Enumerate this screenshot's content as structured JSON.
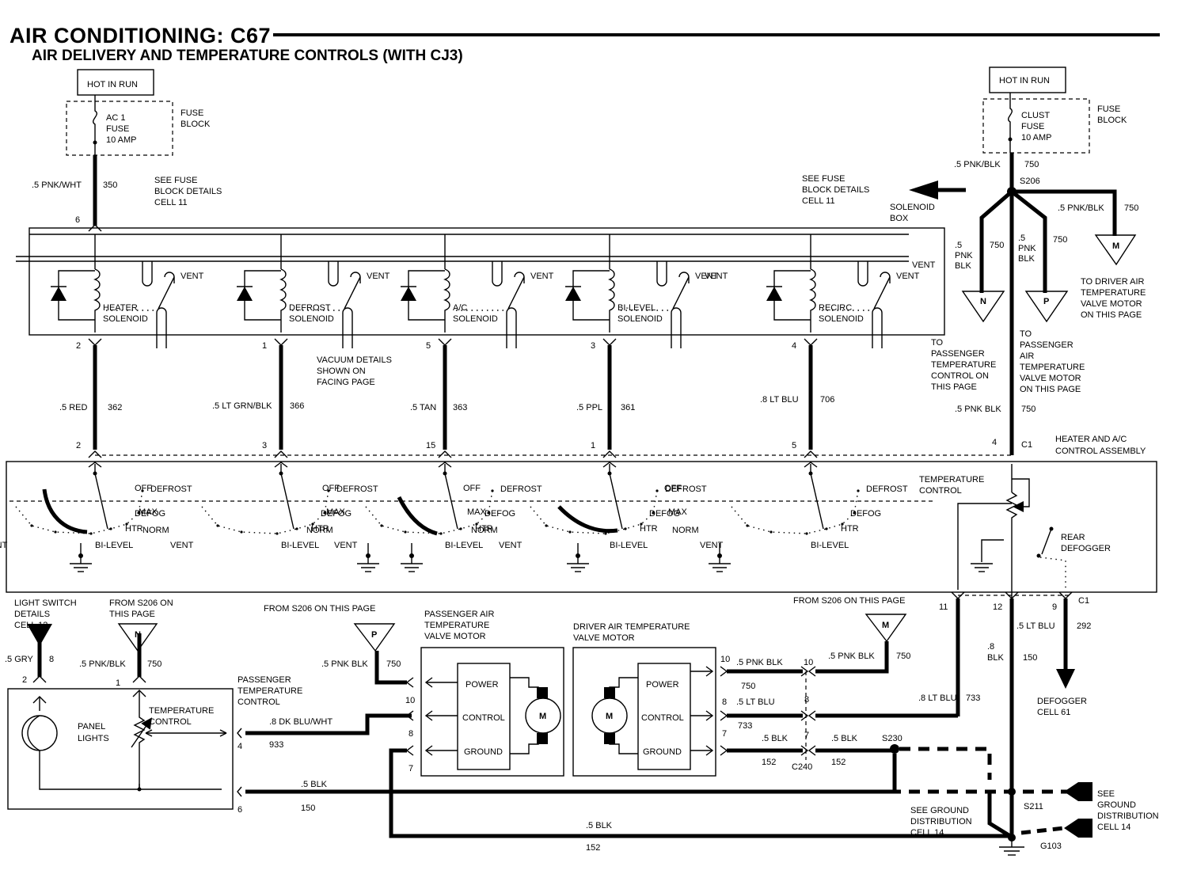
{
  "header": {
    "title": "AIR CONDITIONING: C67",
    "subtitle": "AIR DELIVERY AND TEMPERATURE CONTROLS (WITH CJ3)"
  },
  "power_left": {
    "hot": "HOT IN RUN",
    "fuse1": "AC 1",
    "fuse2": "FUSE",
    "fuse3": "10 AMP",
    "fb1": "FUSE",
    "fb2": "BLOCK",
    "wire": ".5 PNK/WHT",
    "circuit": "350",
    "see1": "SEE FUSE",
    "see2": "BLOCK DETAILS",
    "see3": "CELL 11",
    "pin": "6"
  },
  "power_right": {
    "hot": "HOT IN RUN",
    "fuse1": "CLUST",
    "fuse2": "FUSE",
    "fuse3": "10 AMP",
    "fb1": "FUSE",
    "fb2": "BLOCK",
    "wire": ".5 PNK/BLK",
    "circuit": "750",
    "splice": "S206",
    "see1": "SEE FUSE",
    "see2": "BLOCK DETAILS",
    "see3": "CELL 11",
    "sb1": "SOLENOID",
    "sb2": "BOX",
    "branch_n": [
      ".5",
      "PNK",
      "BLK"
    ],
    "branch_n_c": "750",
    "branch_p": [
      ".5",
      "PNK",
      "BLK"
    ],
    "branch_p_c": "750",
    "branch_m": ".5 PNK/BLK",
    "branch_m_c": "750",
    "drv": [
      "TO DRIVER AIR",
      "TEMPERATURE",
      "VALVE MOTOR",
      "ON THIS PAGE"
    ],
    "pass_ctl": [
      "TO",
      "PASSENGER",
      "TEMPERATURE",
      "CONTROL ON",
      "THIS PAGE"
    ],
    "pass_mtr": [
      "TO",
      "PASSENGER",
      "AIR",
      "TEMPERATURE",
      "VALVE MOTOR",
      "ON THIS PAGE"
    ],
    "wire2": ".5 PNK BLK",
    "c2": "750",
    "pin": "4",
    "conn": "C1"
  },
  "solenoids": {
    "vent": "VENT",
    "items": [
      {
        "l1": "HEATER",
        "l2": "SOLENOID",
        "pin": "2",
        "wire": ".5 RED",
        "circuit": "362",
        "pin2": "2"
      },
      {
        "l1": "DEFROST",
        "l2": "SOLENOID",
        "pin": "1",
        "wire": ".5 LT GRN/BLK",
        "circuit": "366",
        "pin2": "3"
      },
      {
        "l1": "A/C",
        "l2": "SOLENOID",
        "pin": "5",
        "wire": ".5 TAN",
        "circuit": "363",
        "pin2": "15"
      },
      {
        "l1": "BI-LEVEL",
        "l2": "SOLENOID",
        "pin": "3",
        "wire": ".5 PPL",
        "circuit": "361",
        "pin2": "1"
      },
      {
        "l1": "RECIRC",
        "l2": "SOLENOID",
        "pin": "4",
        "wire": ".8 LT BLU",
        "circuit": "706",
        "pin2": "5"
      }
    ],
    "vac1": "VACUUM DETAILS",
    "vac2": "SHOWN ON",
    "vac3": "FACING PAGE"
  },
  "control": {
    "title1": "HEATER AND A/C",
    "title2": "CONTROL ASSEMBLY",
    "off": "OFF",
    "ofe": "OFF",
    "max": "MAX",
    "norm": "NORM",
    "vent": "VENT",
    "bilevel": "BI-LEVEL",
    "htr": "HTR",
    "defog": "DEFOG",
    "defrost": "DEFROST",
    "temp1": "TEMPERATURE",
    "temp2": "CONTROL",
    "rear1": "REAR",
    "rear2": "DEFOGGER",
    "p11": "11",
    "p12": "12",
    "p9": "9",
    "c1": "C1"
  },
  "lower": {
    "ls": [
      "LIGHT SWITCH",
      "DETAILS",
      "CELL 12"
    ],
    "ls_wire": ".5 GRY",
    "ls_c": "8",
    "ls_pin": "2",
    "n_from": [
      "FROM S206 ON",
      "THIS PAGE"
    ],
    "n_wire": ".5 PNK/BLK",
    "n_c": "750",
    "n_pin": "1",
    "panel1": "PANEL",
    "panel2": "LIGHTS",
    "ptc1": "TEMPERATURE",
    "ptc2": "CONTROL",
    "pass1": "PASSENGER",
    "pass2": "TEMPERATURE",
    "pass3": "CONTROL",
    "w933": ".8 DK BLU/WHT",
    "c933": "933",
    "pin4": "4",
    "w150": ".5 BLK",
    "c150": "150",
    "pin6": "6",
    "p_from": "FROM S206 ON THIS PAGE",
    "p_wire": ".5 PNK BLK",
    "p_c": "750",
    "pam": [
      "PASSENGER AIR",
      "TEMPERATURE",
      "VALVE MOTOR"
    ],
    "dam": [
      "DRIVER AIR TEMPERATURE",
      "VALVE MOTOR"
    ],
    "power": "POWER",
    "control": "CONTROL",
    "ground": "GROUND",
    "m": "M",
    "pins": [
      "10",
      "8",
      "7"
    ],
    "m_from": "FROM S206  ON THIS PAGE",
    "m_wire": ".5 PNK BLK",
    "m_c": "750",
    "d10": ".5 PNK BLK",
    "d10c": "750",
    "d8": ".5 LT BLU",
    "d8c": "733",
    "d7": ".5 BLK",
    "d7c": "152",
    "c240": "C240",
    "s230": "S230",
    "s7w": ".5 BLK",
    "s7c": "152",
    "l733": ".8 LT BLU",
    "c733": "733",
    "l150": [
      ".8",
      "BLK"
    ],
    "c150b": "150",
    "l292w": ".5 LT BLU",
    "c292": "292",
    "def1": "DEFOGGER",
    "def2": "CELL 61",
    "gnd1": [
      "SEE GROUND",
      "DISTRIBUTION",
      "CELL 14"
    ],
    "gnd2": [
      "SEE",
      "GROUND",
      "DISTRIBUTION",
      "CELL 14"
    ],
    "s211": "S211",
    "g103": "G103",
    "b152": ".5 BLK",
    "c152": "152"
  }
}
